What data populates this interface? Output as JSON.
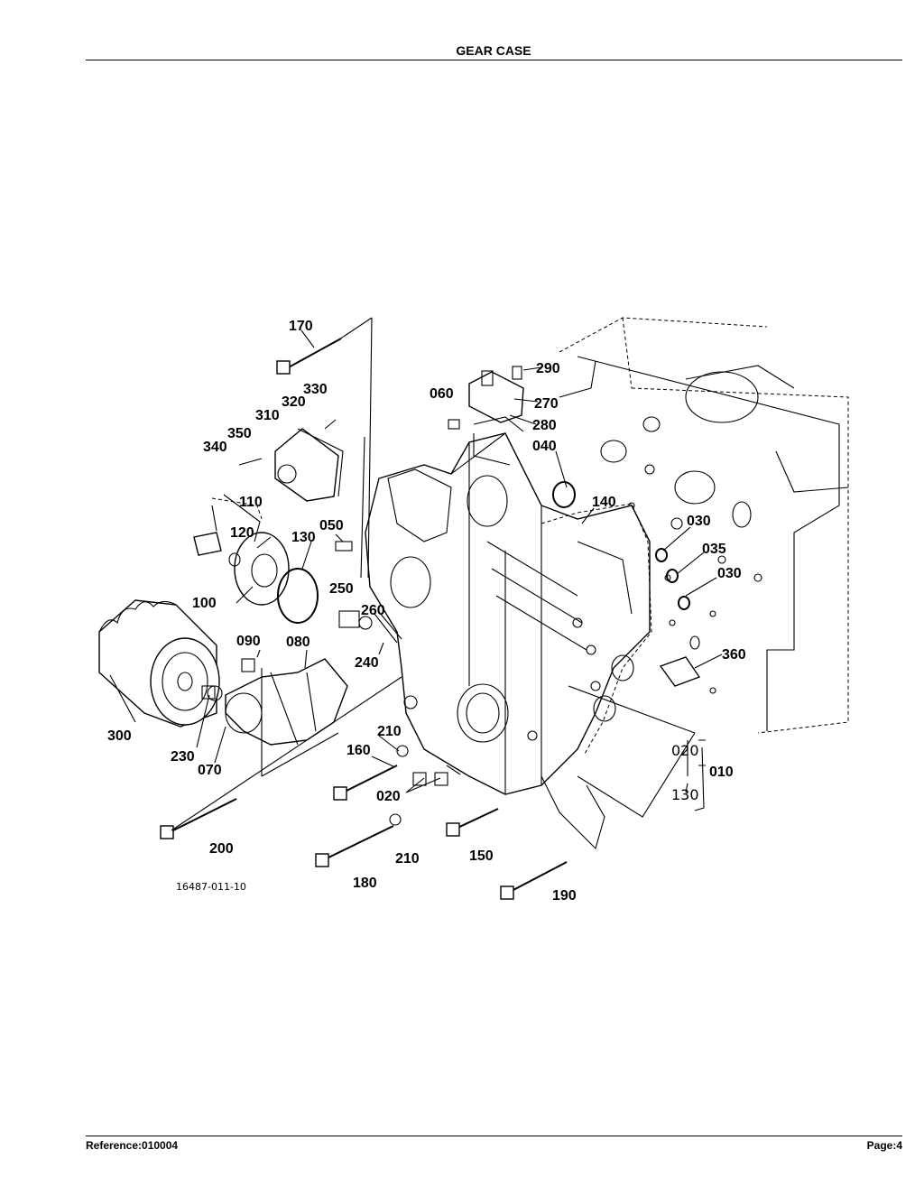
{
  "header": {
    "title": "GEAR CASE"
  },
  "footer": {
    "reference": "Reference:010004",
    "page": "Page:4"
  },
  "diagram": {
    "drawing_number": "16487-011-10",
    "callouts": {
      "p170": "170",
      "p330": "330",
      "p320": "320",
      "p310": "310",
      "p350": "350",
      "p340": "340",
      "p060": "060",
      "p290": "290",
      "p270": "270",
      "p280": "280",
      "p040": "040",
      "p110": "110",
      "p120": "120",
      "p130": "130",
      "p050": "050",
      "p140": "140",
      "p030a": "030",
      "p035": "035",
      "p030b": "030",
      "p250": "250",
      "p260": "260",
      "p100": "100",
      "p090": "090",
      "p080": "080",
      "p240": "240",
      "p360": "360",
      "p300": "300",
      "p210a": "210",
      "p160": "160",
      "p230": "230",
      "p070": "070",
      "p020a": "020",
      "p010": "010",
      "p020b": "020",
      "p130b": "130",
      "p200": "200",
      "p210b": "210",
      "p150": "150",
      "p180": "180",
      "p190": "190"
    }
  }
}
